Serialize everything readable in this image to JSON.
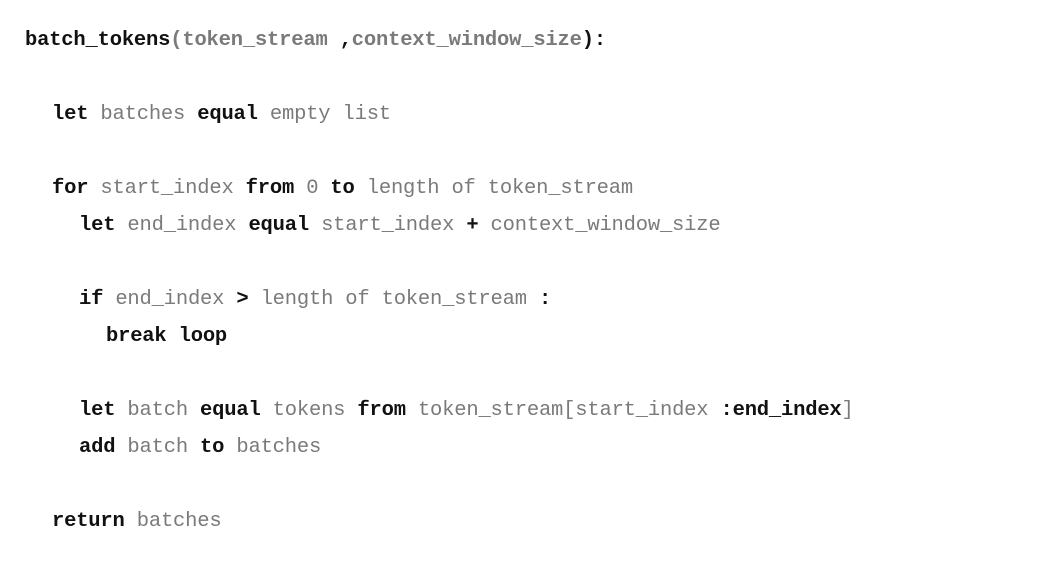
{
  "code": {
    "lines": [
      {
        "indent": 0,
        "row": 0,
        "sig": true,
        "tokens": [
          {
            "t": "batch_tokens",
            "c": "k"
          },
          {
            "t": "(",
            "c": "v",
            "nospace": true
          },
          {
            "t": "token_stream",
            "c": "v",
            "nospace": true
          },
          {
            "t": ",",
            "c": "k"
          },
          {
            "t": "context_window_size",
            "c": "v",
            "nospace": true
          },
          {
            "t": "):",
            "c": "k",
            "nospace": true
          }
        ]
      },
      {
        "indent": 1,
        "row": 2,
        "tokens": [
          {
            "t": "let",
            "c": "k"
          },
          {
            "t": "batches",
            "c": "v"
          },
          {
            "t": "equal",
            "c": "k"
          },
          {
            "t": "empty list",
            "c": "v"
          }
        ]
      },
      {
        "indent": 1,
        "row": 4,
        "tokens": [
          {
            "t": "for",
            "c": "k"
          },
          {
            "t": "start_index",
            "c": "v"
          },
          {
            "t": "from",
            "c": "k"
          },
          {
            "t": "0",
            "c": "v"
          },
          {
            "t": "to",
            "c": "k"
          },
          {
            "t": "length of token_stream",
            "c": "v"
          }
        ]
      },
      {
        "indent": 2,
        "row": 5,
        "tokens": [
          {
            "t": "let",
            "c": "k"
          },
          {
            "t": "end_index",
            "c": "v"
          },
          {
            "t": "equal",
            "c": "k"
          },
          {
            "t": "start_index",
            "c": "v"
          },
          {
            "t": "+",
            "c": "k"
          },
          {
            "t": "context_window_size",
            "c": "v"
          }
        ]
      },
      {
        "indent": 2,
        "row": 7,
        "tokens": [
          {
            "t": "if",
            "c": "k"
          },
          {
            "t": "end_index",
            "c": "v"
          },
          {
            "t": ">",
            "c": "k"
          },
          {
            "t": "length of token_stream",
            "c": "v"
          },
          {
            "t": ":",
            "c": "k"
          }
        ]
      },
      {
        "indent": 3,
        "row": 8,
        "tokens": [
          {
            "t": "break loop",
            "c": "k"
          }
        ]
      },
      {
        "indent": 2,
        "row": 10,
        "tokens": [
          {
            "t": "let",
            "c": "k"
          },
          {
            "t": "batch",
            "c": "v"
          },
          {
            "t": "equal",
            "c": "k"
          },
          {
            "t": "tokens",
            "c": "v"
          },
          {
            "t": "from",
            "c": "k"
          },
          {
            "t": "token_stream[start_index",
            "c": "v"
          },
          {
            "t": ":end_index",
            "c": "k"
          },
          {
            "t": "]",
            "c": "v",
            "nospace": true
          }
        ]
      },
      {
        "indent": 2,
        "row": 11,
        "tokens": [
          {
            "t": "add",
            "c": "k"
          },
          {
            "t": "batch",
            "c": "v"
          },
          {
            "t": "to",
            "c": "k"
          },
          {
            "t": "batches",
            "c": "v"
          }
        ]
      },
      {
        "indent": 1,
        "row": 13,
        "tokens": [
          {
            "t": "return",
            "c": "k"
          },
          {
            "t": "batches",
            "c": "v"
          }
        ]
      }
    ]
  }
}
